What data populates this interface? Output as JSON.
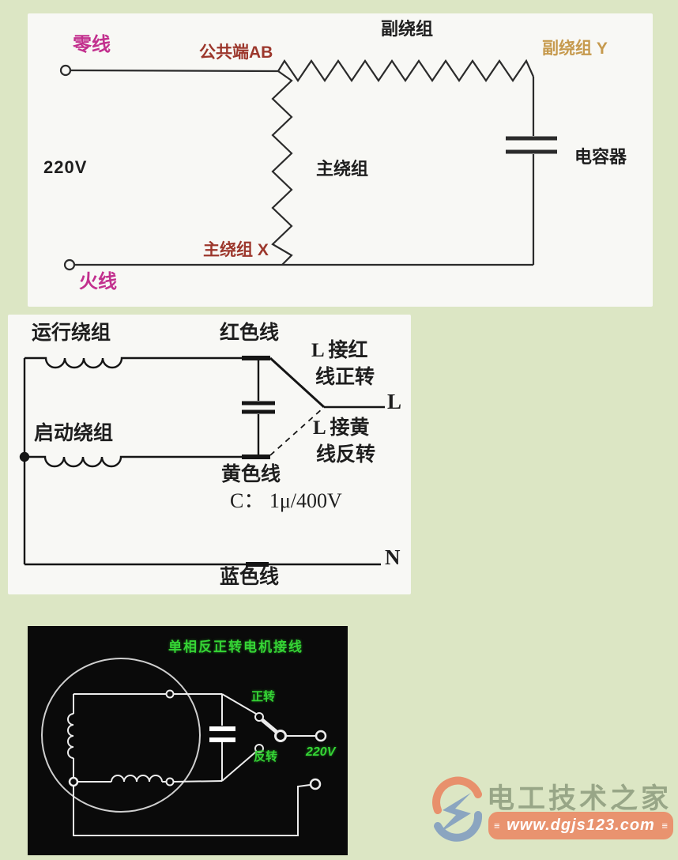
{
  "page": {
    "background_color": "#dce6c4",
    "panel_colors": {
      "diagram_bg": "#f8f8f5",
      "cad_bg": "#0a0a0a",
      "cad_line": "#ececec"
    }
  },
  "panel1": {
    "labels": {
      "neutral_wire": "零线",
      "common_terminal": "公共端AB",
      "aux_winding": "副绕组",
      "aux_winding_y": "副绕组 Y",
      "voltage": "220V",
      "main_winding": "主绕组",
      "main_winding_x": "主绕组 X",
      "live_wire": "火线",
      "capacitor": "电容器"
    },
    "colors": {
      "magenta": "#c2308e",
      "dark_red": "#9c372c",
      "tan": "#c69a4e",
      "ink": "#1e1e1e"
    }
  },
  "panel2": {
    "labels": {
      "run_winding": "运行绕组",
      "red_wire": "红色线",
      "l_red_line1": "L 接红",
      "l_red_line2": "线正转",
      "start_winding": "启动绕组",
      "l_yellow_line1": "L 接黄",
      "l_yellow_line2": "线反转",
      "yellow_wire": "黄色线",
      "cap_spec": "C： 1μ/400V",
      "terminal_l": "L",
      "terminal_n": "N",
      "blue_wire": "蓝色线"
    }
  },
  "panel3": {
    "title": "单相反正转电机接线",
    "labels": {
      "forward": "正转",
      "reverse": "反转",
      "voltage": "220V"
    },
    "colors": {
      "title_green": "#35d435"
    }
  },
  "logo": {
    "site_name": "电工技术之家",
    "site_url": "www.dgjs123.com",
    "ribbon_mark": "≡",
    "colors": {
      "orange": "#e8906c",
      "blue": "#8ba5c0",
      "banner": "#e9936f",
      "title": "#98a687"
    }
  }
}
